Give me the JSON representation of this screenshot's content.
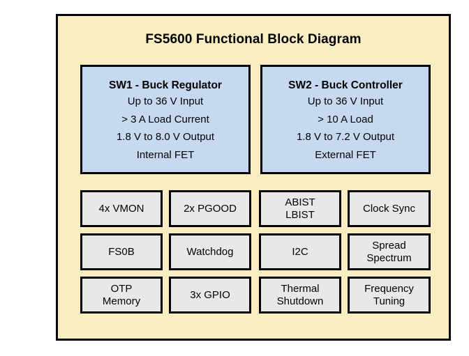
{
  "diagram": {
    "title": "FS5600 Functional Block Diagram",
    "colors": {
      "page_background": "#ffffff",
      "panel_background": "#FAEDC2",
      "panel_border": "#000000",
      "sw_block_fill": "#C6D9F0",
      "feature_block_fill": "#E8E8E8",
      "text": "#000000"
    },
    "switching_blocks": [
      {
        "id": "sw1",
        "heading": "SW1 - Buck Regulator",
        "lines": [
          "Up to 36 V Input",
          "> 3 A Load Current",
          "1.8 V to 8.0 V Output",
          "Internal FET"
        ]
      },
      {
        "id": "sw2",
        "heading": "SW2 - Buck Controller",
        "lines": [
          "Up to 36 V Input",
          "> 10 A Load",
          "1.8 V to 7.2 V Output",
          "External FET"
        ]
      }
    ],
    "feature_blocks": [
      {
        "id": "vmon",
        "lines": [
          "4x VMON"
        ]
      },
      {
        "id": "pgood",
        "lines": [
          "2x PGOOD"
        ]
      },
      {
        "id": "abist-lbist",
        "lines": [
          "ABIST",
          "LBIST"
        ]
      },
      {
        "id": "clock-sync",
        "lines": [
          "Clock Sync"
        ]
      },
      {
        "id": "fs0b",
        "lines": [
          "FS0B"
        ]
      },
      {
        "id": "watchdog",
        "lines": [
          "Watchdog"
        ]
      },
      {
        "id": "i2c",
        "lines": [
          "I2C"
        ]
      },
      {
        "id": "spread-spectrum",
        "lines": [
          "Spread",
          "Spectrum"
        ]
      },
      {
        "id": "otp-memory",
        "lines": [
          "OTP",
          "Memory"
        ]
      },
      {
        "id": "gpio",
        "lines": [
          "3x GPIO"
        ]
      },
      {
        "id": "thermal-shutdown",
        "lines": [
          "Thermal",
          "Shutdown"
        ]
      },
      {
        "id": "frequency-tuning",
        "lines": [
          "Frequency",
          "Tuning"
        ]
      }
    ]
  }
}
